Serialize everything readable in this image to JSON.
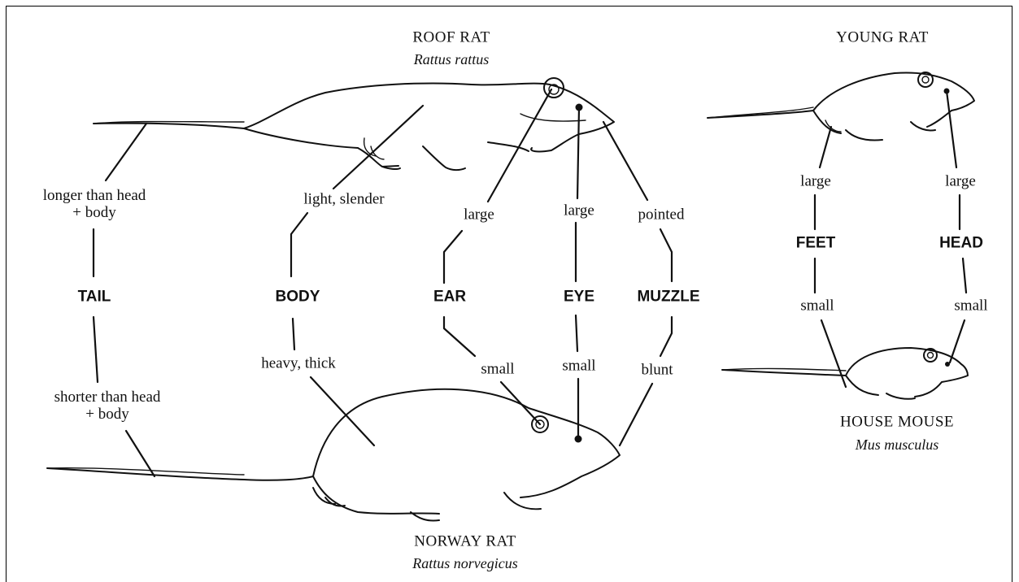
{
  "species": {
    "roof_rat": {
      "common": "ROOF RAT",
      "latin": "Rattus rattus"
    },
    "norway_rat": {
      "common": "NORWAY RAT",
      "latin": "Rattus norvegicus"
    },
    "young_rat": {
      "common": "YOUNG RAT"
    },
    "house_mouse": {
      "common": "HOUSE MOUSE",
      "latin": "Mus musculus"
    }
  },
  "rat_traits": {
    "tail": {
      "name": "TAIL",
      "roof": "longer than head\n+ body",
      "norway": "shorter than head\n+ body"
    },
    "body": {
      "name": "BODY",
      "roof": "light, slender",
      "norway": "heavy, thick"
    },
    "ear": {
      "name": "EAR",
      "roof": "large",
      "norway": "small"
    },
    "eye": {
      "name": "EYE",
      "roof": "large",
      "norway": "small"
    },
    "muzzle": {
      "name": "MUZZLE",
      "roof": "pointed",
      "norway": "blunt"
    }
  },
  "young_vs_mouse": {
    "feet": {
      "name": "FEET",
      "young": "large",
      "mouse": "small"
    },
    "head": {
      "name": "HEAD",
      "young": "large",
      "mouse": "small"
    }
  }
}
